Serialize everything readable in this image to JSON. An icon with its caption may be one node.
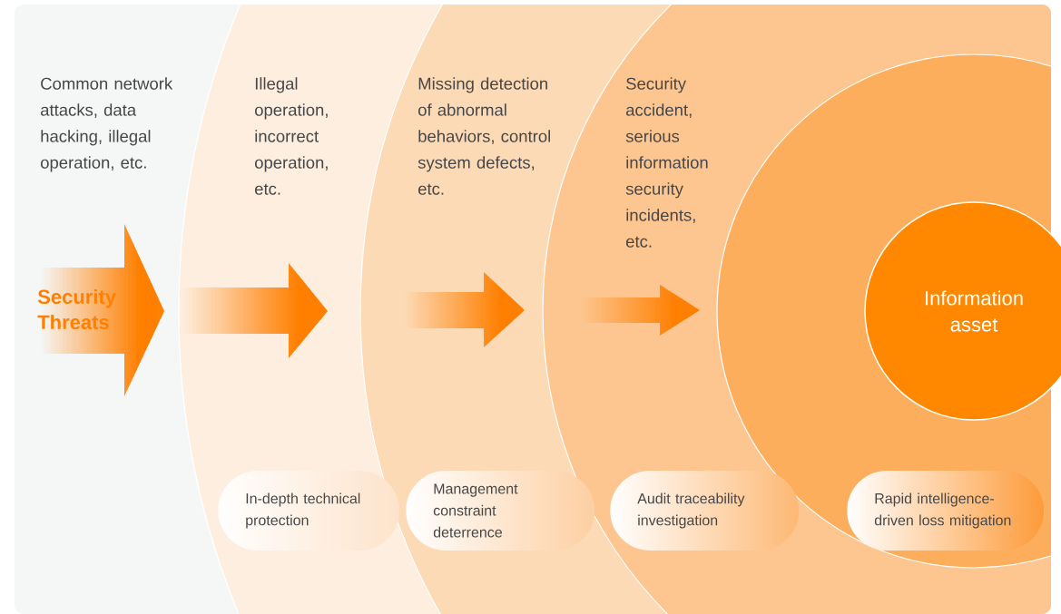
{
  "diagram": {
    "nodes": [
      {
        "text": [
          "Security Threats"
        ]
      },
      {
        "text": [
          "Common network attacks, data hacking, illegal operation, etc."
        ]
      },
      {
        "text": [
          "Illegal operation, incorrect operation, etc."
        ]
      },
      {
        "text": [
          "Missing detection of abnormal behaviors, control system defects, etc."
        ]
      },
      {
        "text": [
          "Security accident, serious information security incidents, etc."
        ]
      },
      {
        "text": [
          "In-depth technical protection"
        ]
      },
      {
        "text": [
          "Management constraint deterrence"
        ]
      },
      {
        "text": [
          "Audit traceability investigation"
        ]
      },
      {
        "text": [
          "Rapid intelligence-driven loss mitigation"
        ]
      },
      {
        "text": [
          "Information asset"
        ]
      }
    ]
  }
}
